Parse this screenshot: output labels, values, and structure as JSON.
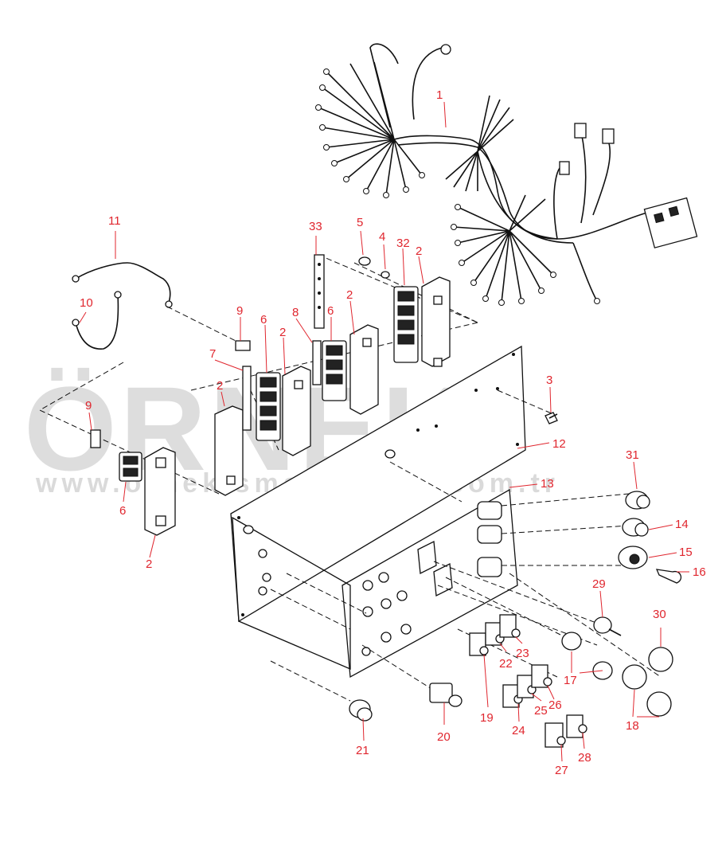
{
  "watermark": {
    "brand": "ÖRNEK",
    "url": "www.ornekismakinalari.com.tr"
  },
  "callouts": [
    "1",
    "2",
    "3",
    "4",
    "5",
    "6",
    "7",
    "8",
    "9",
    "10",
    "11",
    "12",
    "13",
    "14",
    "15",
    "16",
    "17",
    "18",
    "19",
    "20",
    "21",
    "22",
    "23",
    "24",
    "25",
    "26",
    "27",
    "28",
    "29",
    "30",
    "31",
    "32",
    "33"
  ],
  "colors": {
    "callout": "#e0262e",
    "line": "#111111",
    "watermark": "#bdbdbd"
  }
}
